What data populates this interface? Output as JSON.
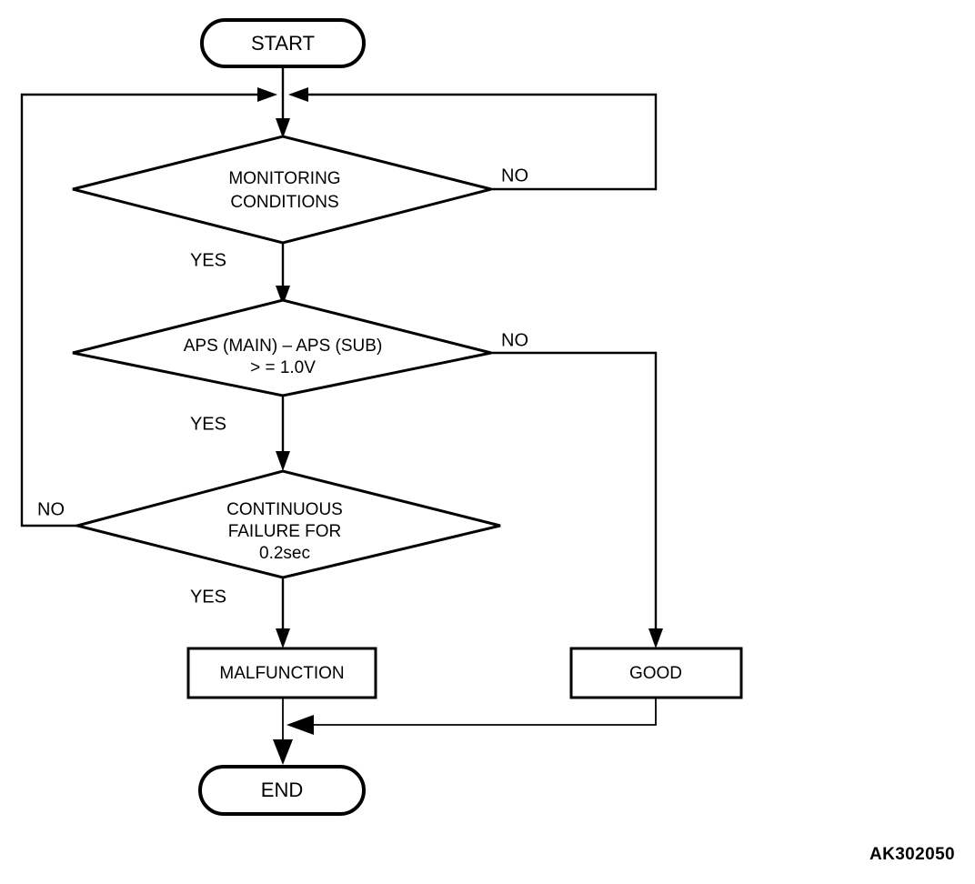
{
  "diagram": {
    "type": "flowchart",
    "reference_code": "AK302050",
    "colors": {
      "line": "#000000",
      "background": "#ffffff"
    },
    "nodes": {
      "start": {
        "shape": "terminator",
        "label": "START"
      },
      "decision_monitoring": {
        "shape": "decision",
        "line1": "MONITORING",
        "line2": "CONDITIONS",
        "yes_label": "YES",
        "no_label": "NO"
      },
      "decision_aps": {
        "shape": "decision",
        "line1": "APS (MAIN) – APS (SUB)",
        "line2": "> = 1.0V",
        "yes_label": "YES",
        "no_label": "NO"
      },
      "decision_continuous": {
        "shape": "decision",
        "line1": "CONTINUOUS",
        "line2": "FAILURE FOR",
        "line3": "0.2sec",
        "yes_label": "YES",
        "no_label": "NO"
      },
      "malfunction": {
        "shape": "process",
        "label": "MALFUNCTION"
      },
      "good": {
        "shape": "process",
        "label": "GOOD"
      },
      "end": {
        "shape": "terminator",
        "label": "END"
      }
    }
  }
}
